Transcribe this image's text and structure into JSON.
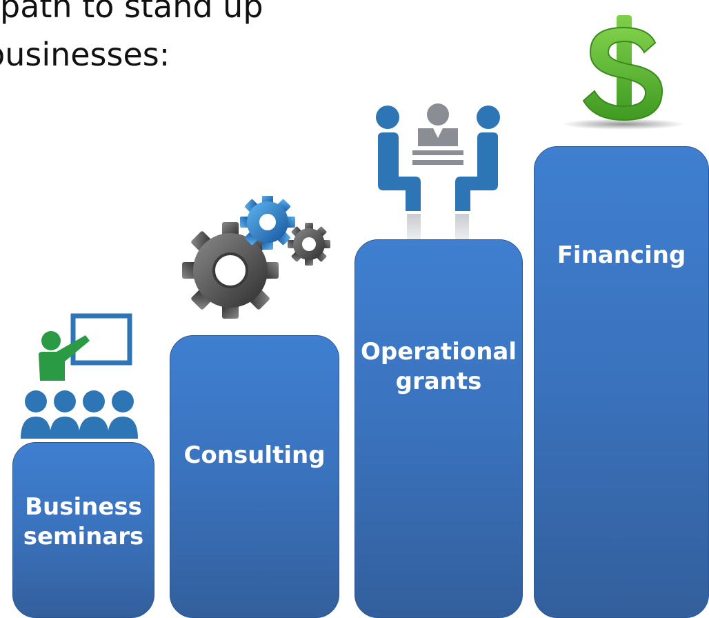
{
  "heading": {
    "line1": "path to stand up",
    "line2": "businesses:"
  },
  "steps": [
    {
      "label_lines": [
        "Business",
        "seminars"
      ],
      "icon": "presentation-icon"
    },
    {
      "label_lines": [
        "Consulting"
      ],
      "icon": "gears-icon"
    },
    {
      "label_lines": [
        "Operational",
        "grants"
      ],
      "icon": "meeting-icon"
    },
    {
      "label_lines": [
        "Financing"
      ],
      "icon": "dollar-icon"
    }
  ],
  "colors": {
    "step_fill": "#3a72bd",
    "presenter_green": "#2a9a45",
    "audience_blue": "#2e75b6",
    "gear_blue": "#1f78c8",
    "gear_gray": "#4a4a4a",
    "dollar_green": "#5cb832"
  }
}
